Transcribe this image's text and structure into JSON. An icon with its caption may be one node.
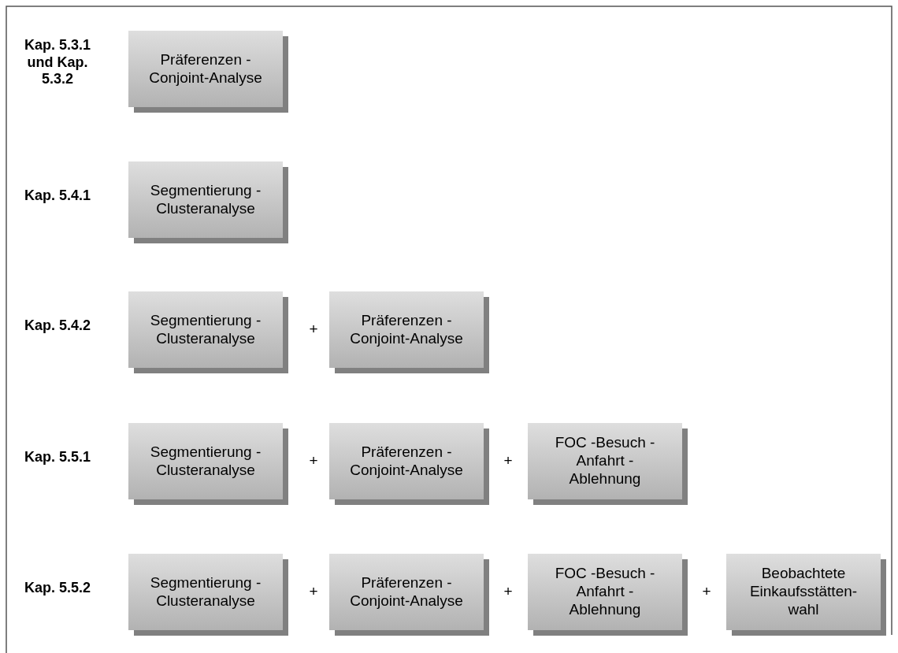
{
  "diagram": {
    "nodes": [
      {
        "text": [
          "Präferenzen - Conjoint-Analyse"
        ]
      },
      {
        "text": [
          "Segmentierung - Clusteranalyse"
        ]
      },
      {
        "text": [
          "Segmentierung - Clusteranalyse"
        ]
      },
      {
        "text": [
          "Präferenzen - Conjoint-Analyse"
        ]
      },
      {
        "text": [
          "Segmentierung - Clusteranalyse"
        ]
      },
      {
        "text": [
          "Präferenzen - Conjoint-Analyse"
        ]
      },
      {
        "text": [
          "FOC -Besuch -Anfahrt -Ablehnung"
        ]
      },
      {
        "text": [
          "Segmentierung - Clusteranalyse"
        ]
      },
      {
        "text": [
          "Präferenzen - Conjoint-Analyse"
        ]
      },
      {
        "text": [
          "FOC -Besuch -Anfahrt -Ablehnung"
        ]
      },
      {
        "text": [
          "Beobachtete Einkaufsstätten-wahl"
        ]
      }
    ],
    "labels": [
      "Kap. 5.3.1 und Kap. 5.3.2",
      "Kap. 5.4.1",
      "Kap. 5.4.2",
      "+",
      "Kap. 5.5.1",
      "+",
      "+",
      "Kap. 5.5.2",
      "+",
      "+",
      "+"
    ]
  }
}
